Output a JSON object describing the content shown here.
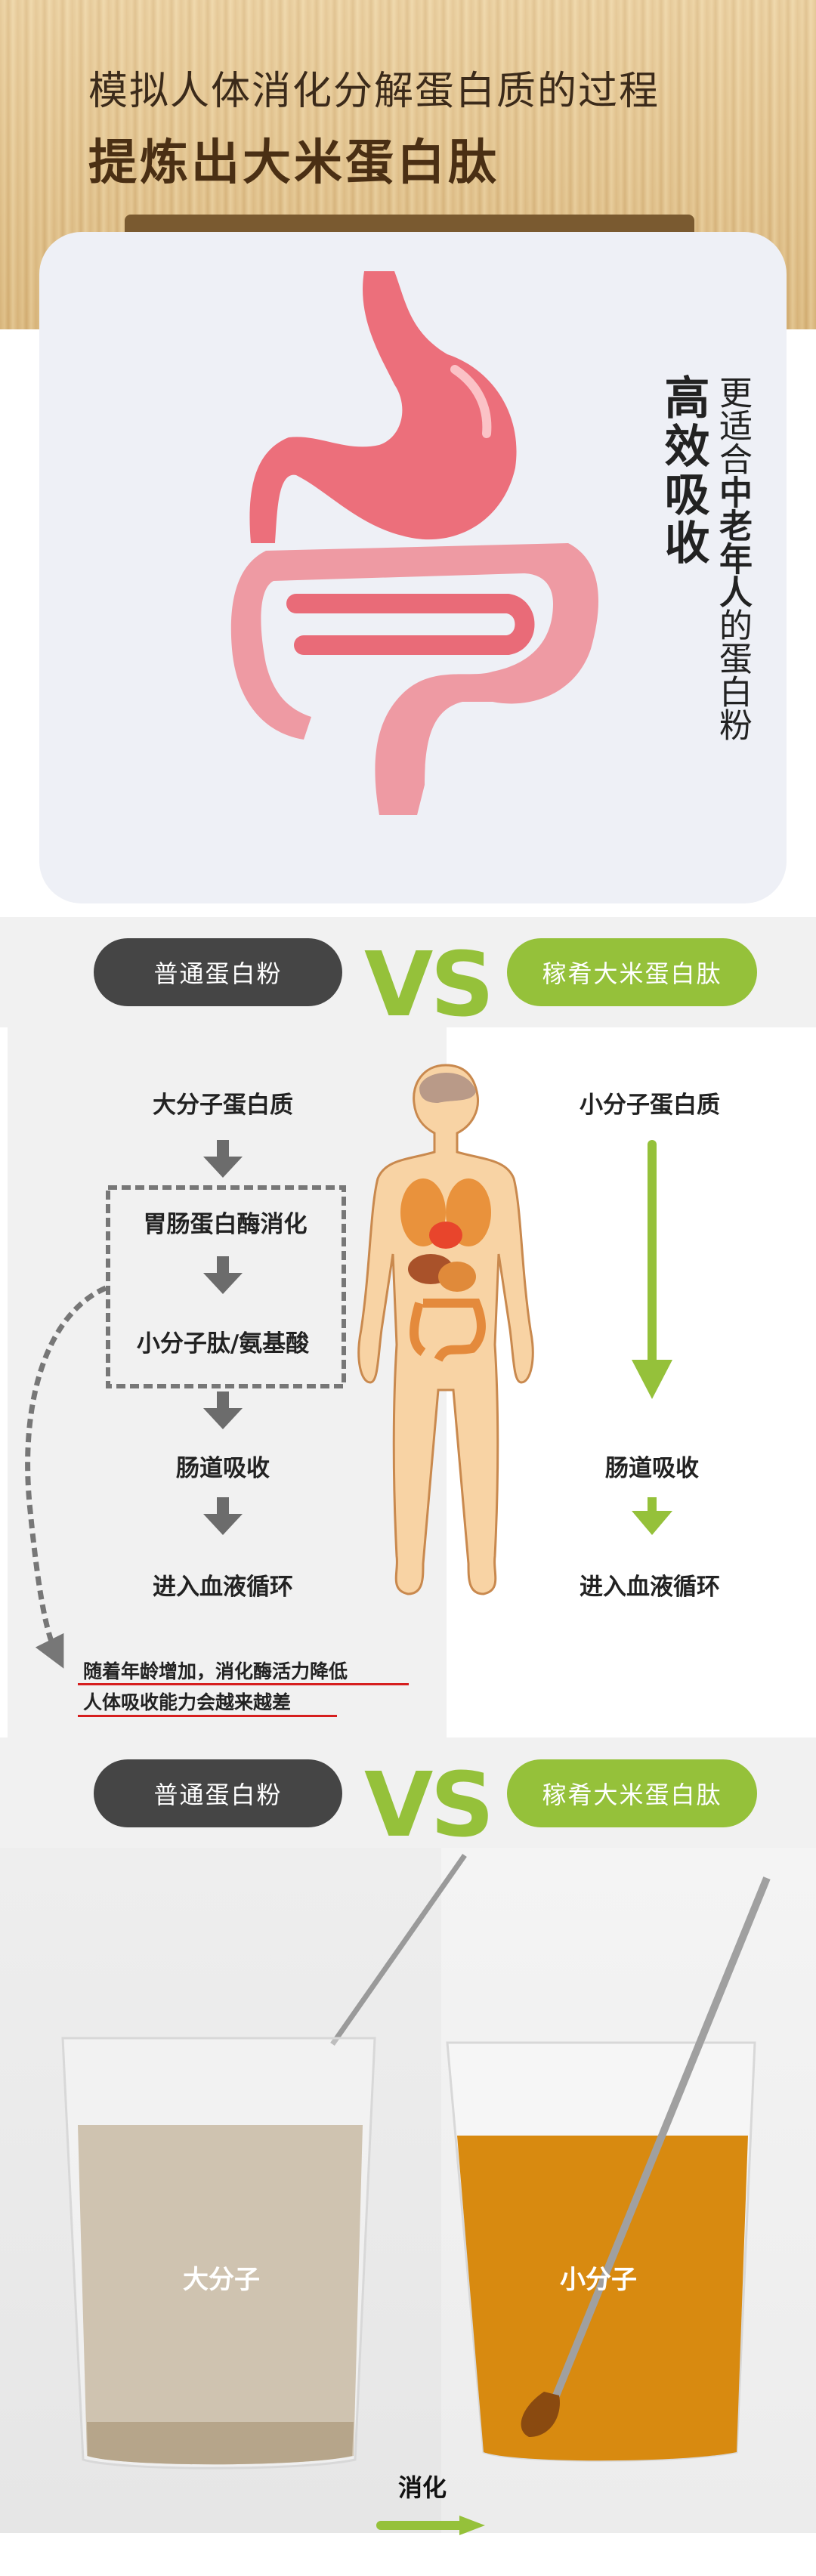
{
  "header": {
    "subtitle": "模拟人体消化分解蛋白质的过程",
    "title": "提炼出大米蛋白肽"
  },
  "card": {
    "headline": "高效吸收",
    "tagline_pre": "更适合",
    "tagline_em": "中老年人",
    "tagline_post": "的蛋白粉"
  },
  "compare": {
    "left_label": "普通蛋白粉",
    "vs": "VS",
    "right_label": "稼肴大米蛋白肽"
  },
  "diagram": {
    "left_steps": [
      "大分子蛋白质",
      "胃肠蛋白酶消化",
      "小分子肽/氨基酸",
      "肠道吸收",
      "进入血液循环"
    ],
    "right_steps": [
      "小分子蛋白质",
      "肠道吸收",
      "进入血液循环"
    ],
    "note_lines": [
      "随着年龄增加，消化酶活力降低",
      "人体吸收能力会越来越差"
    ]
  },
  "photo": {
    "left_label": "大分子",
    "right_label": "小分子",
    "arrow_label": "消化"
  },
  "colors": {
    "green": "#95c13a",
    "dark": "#454545",
    "red": "#d61e1e"
  }
}
